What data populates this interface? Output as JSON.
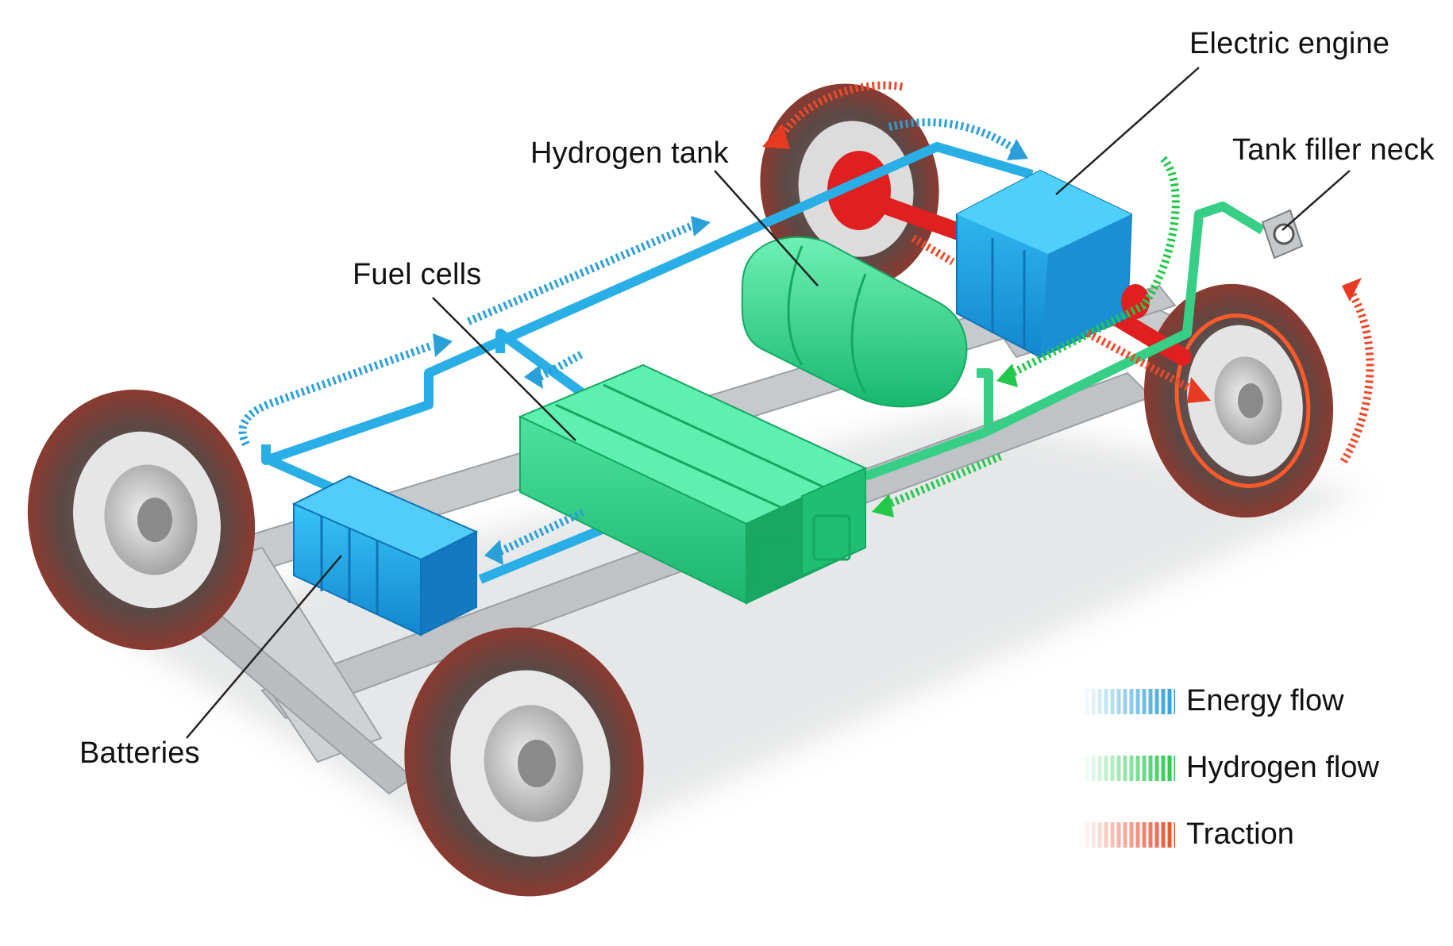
{
  "labels": {
    "electric_engine": "Electric engine",
    "tank_filler_neck": "Tank filler neck",
    "hydrogen_tank": "Hydrogen tank",
    "fuel_cells": "Fuel cells",
    "batteries": "Batteries"
  },
  "legend": [
    {
      "key": "energy",
      "label": "Energy flow",
      "color": "#2a9fd8"
    },
    {
      "key": "hydrogen",
      "label": "Hydrogen flow",
      "color": "#22c84a"
    },
    {
      "key": "traction",
      "label": "Traction",
      "color": "#ec4a2a"
    }
  ],
  "colors": {
    "component_blue": "#1aa0e0",
    "component_green": "#2fd88e",
    "pipe_blue": "#2aaee6",
    "pipe_green": "#37cf86",
    "tire": "#5a4a48",
    "frame": "#c6c9cb",
    "axle_red": "#e02020"
  },
  "icons": [
    "wheel-icon",
    "frame-icon",
    "arrow-icon"
  ]
}
